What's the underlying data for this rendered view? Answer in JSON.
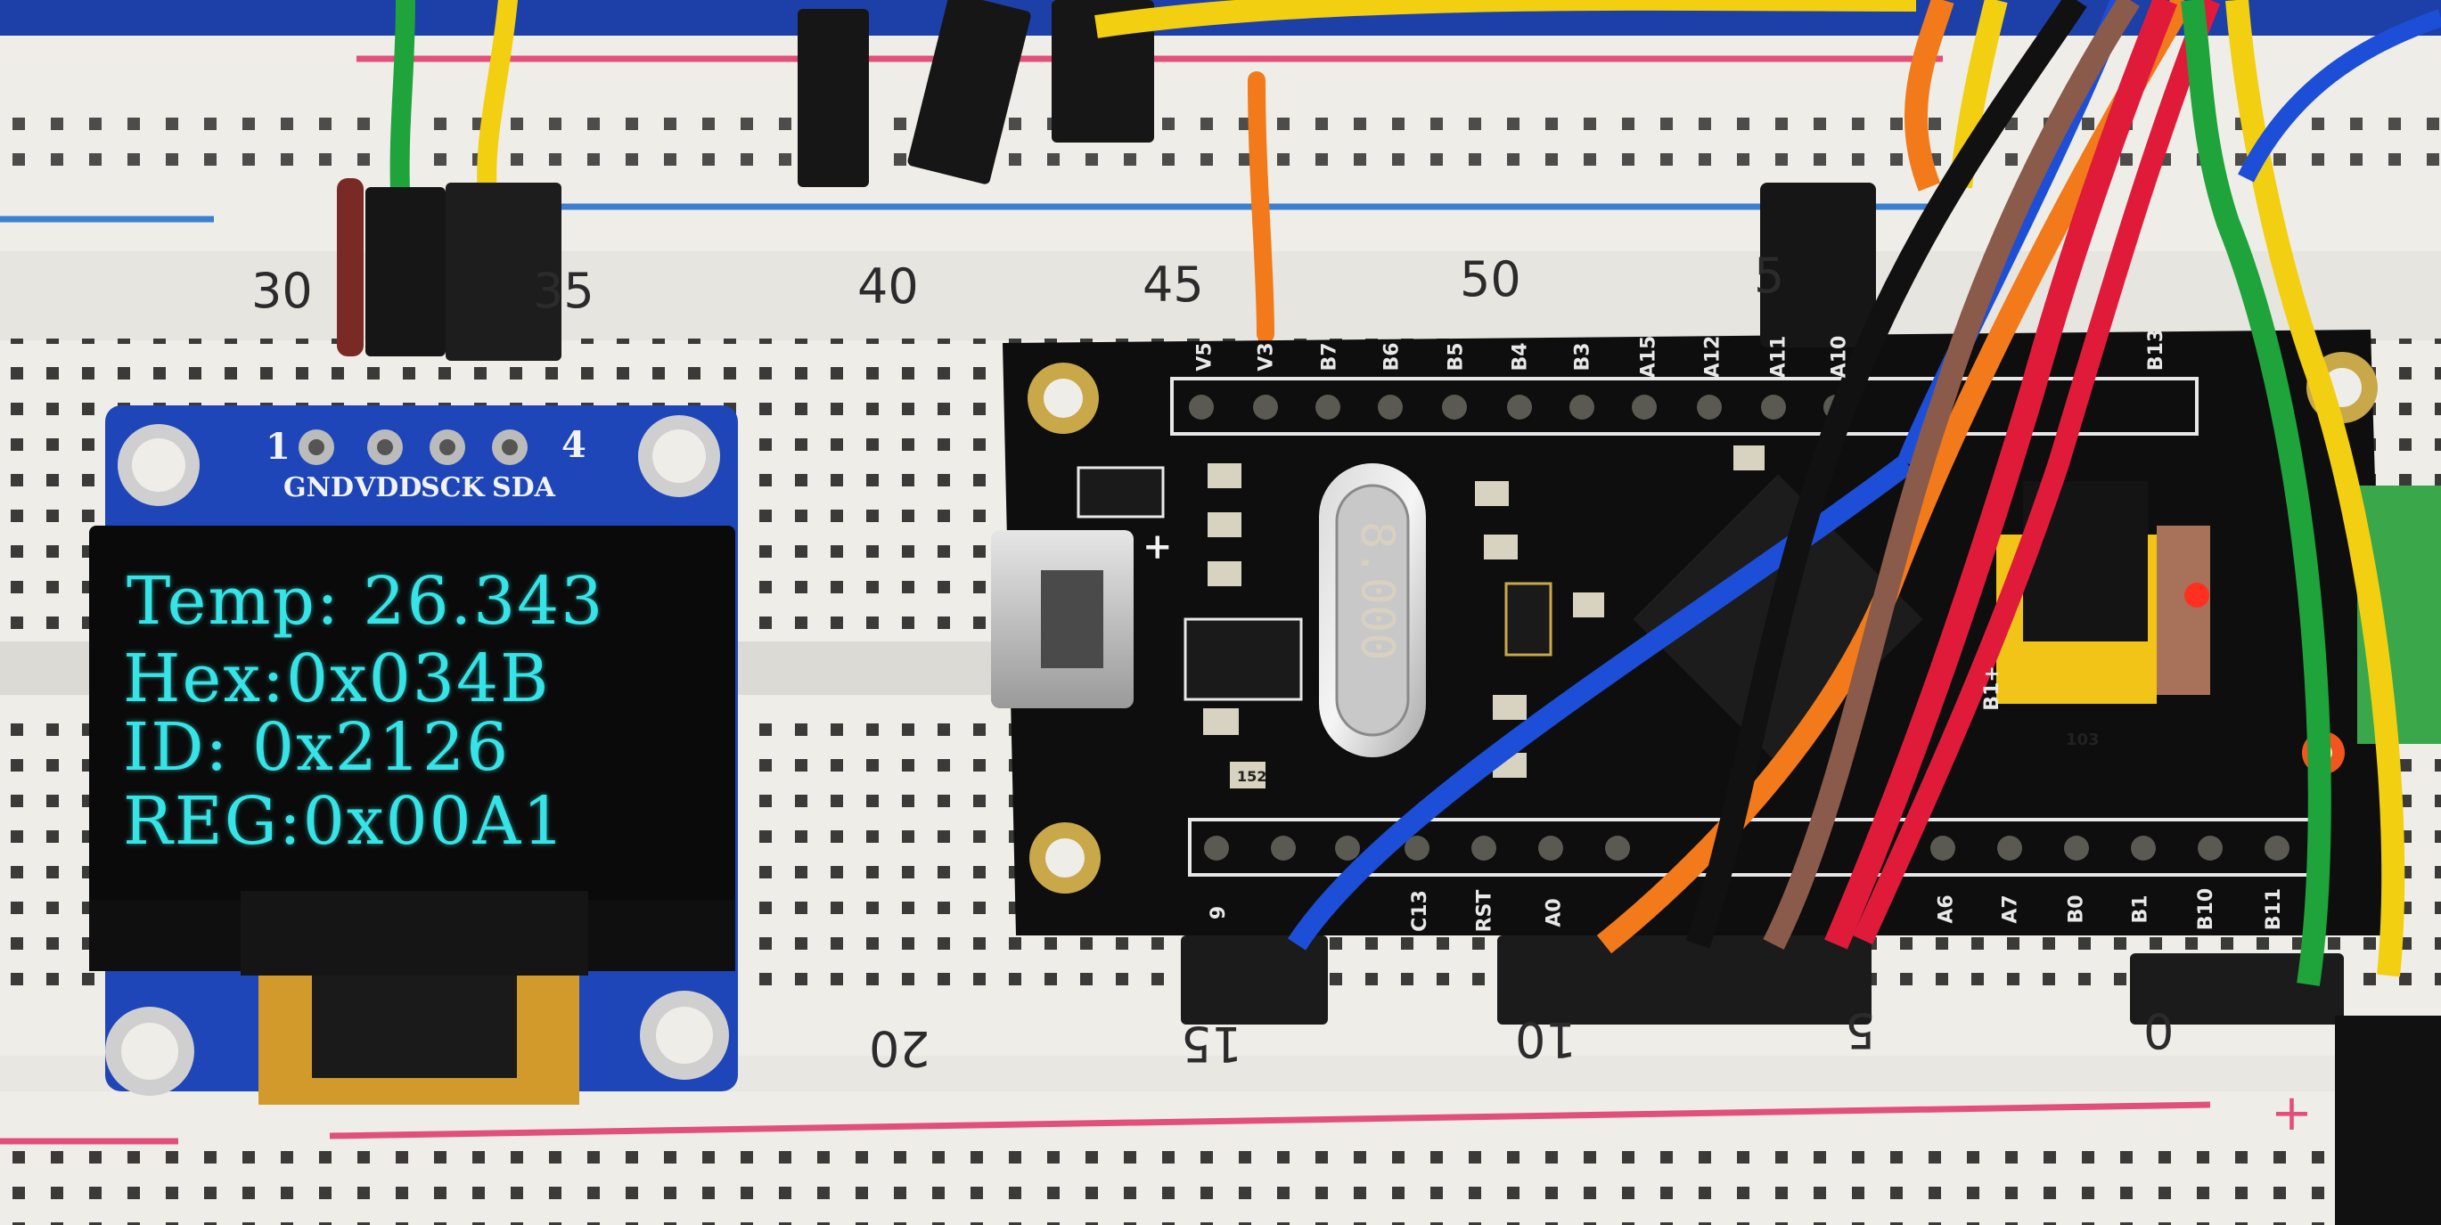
{
  "breadboard": {
    "column_numbers_top": [
      "30",
      "35",
      "40",
      "45",
      "50",
      "5"
    ],
    "column_numbers_bottom": [
      "20",
      "15",
      "10",
      "5",
      "0"
    ],
    "rail_symbol": "+"
  },
  "oled": {
    "pins": {
      "first": "1",
      "last": "4",
      "labels": [
        "GND",
        "VDD",
        "SCK",
        "SDA"
      ]
    },
    "lines": [
      "Temp: 26.343",
      "Hex:0x034B",
      "ID: 0x2126",
      "REG:0x00A1"
    ]
  },
  "mcu_board": {
    "top_pin_labels": [
      "V5",
      "V3",
      "B7",
      "B6",
      "B5",
      "B4",
      "B3",
      "A15",
      "A12",
      "A11",
      "A10",
      "",
      "",
      "",
      "",
      "B13"
    ],
    "bottom_pin_labels": [
      "9",
      "",
      "C13",
      "RST",
      "A0",
      "",
      "",
      "",
      "",
      "A6",
      "A7",
      "B0",
      "B1",
      "B10",
      "B11"
    ],
    "crystal_marking": "8.000",
    "usb_polarity": "+",
    "jumper_label": "B1+",
    "resistor_code": "103",
    "cap_code": "152"
  },
  "colors": {
    "oled_text": "#36e3e6",
    "oled_pcb": "#1e46b8",
    "board_pcb": "#0e0e0e",
    "breadboard": "#efede8",
    "rail_red": "#e0507a",
    "rail_blue": "#3a7fd0",
    "wire_green": "#1fa33b",
    "wire_yellow": "#f2cf10",
    "wire_orange": "#f27a1a",
    "wire_blue": "#1d4ed8",
    "wire_red": "#e01b3a",
    "wire_brown": "#8a5a4a",
    "led_red": "#ff3020"
  }
}
